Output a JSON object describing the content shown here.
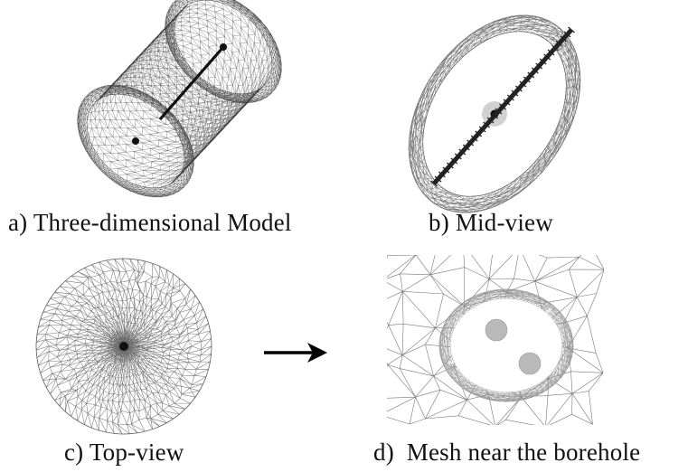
{
  "figure": {
    "panels": [
      {
        "caption": "a) Three-dimensional Model",
        "view": "three-dimensional-model"
      },
      {
        "caption": "b) Mid-view",
        "view": "mid-view"
      },
      {
        "caption": "c) Top-view",
        "view": "top-view"
      },
      {
        "caption": "d)  Mesh near the borehole",
        "view": "borehole-closeup"
      }
    ],
    "arrow_icon": "right-arrow-icon",
    "colors": {
      "mesh_stroke": "#777777",
      "dense_core": "#111111",
      "borehole": "#222222",
      "hole_fill": "#b9b9b9"
    }
  }
}
